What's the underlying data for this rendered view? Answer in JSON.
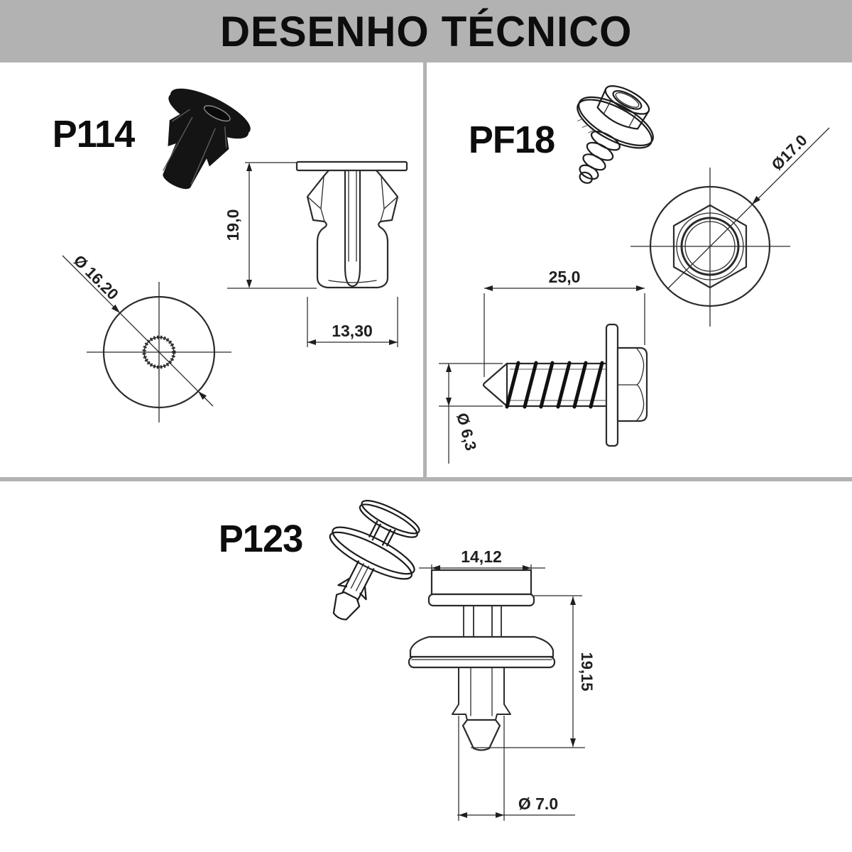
{
  "header": {
    "title": "DESENHO TÉCNICO"
  },
  "colors": {
    "banner_gray": "#b2b2b2",
    "line_dark": "#2b2b2b"
  },
  "parts": {
    "p114": {
      "label": "P114",
      "dims": {
        "height": "19,0",
        "width": "13,30",
        "flange_diameter": "Ø 16.20"
      }
    },
    "pf18": {
      "label": "PF18",
      "dims": {
        "length": "25,0",
        "thread_diameter": "Ø 6,3",
        "washer_diameter": "Ø17.0"
      }
    },
    "p123": {
      "label": "P123",
      "dims": {
        "cap_width": "14,12",
        "height": "19,15",
        "shaft_diameter": "Ø 7.0"
      }
    }
  }
}
